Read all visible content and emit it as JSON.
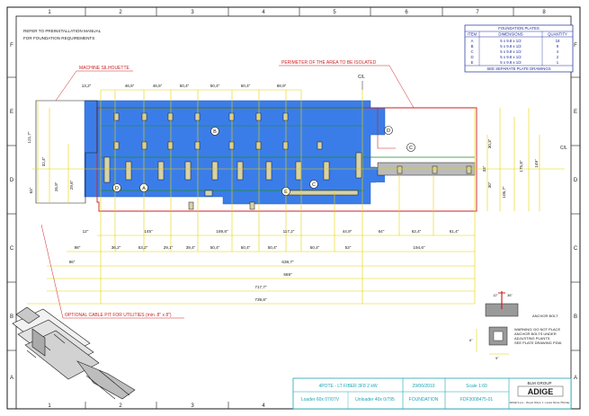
{
  "border": {
    "columns": [
      "1",
      "2",
      "3",
      "4",
      "5",
      "6",
      "7",
      "8"
    ],
    "rows": [
      "F",
      "E",
      "D",
      "C",
      "B",
      "A"
    ]
  },
  "notes": {
    "line1": "REFER TO PREINSTALLATION MANUAL",
    "line2": "FOR FOUNDATION REQUIREMENTS"
  },
  "callouts": {
    "machine_silhouette": "MACHINE SILHOUETTE",
    "perimeter": "PERIMETER OF THE AREA TO BE ISOLATED",
    "cable_pit": "OPTIONAL CABLE PIT FOR UTILITIES (min. 8\" x 8\")",
    "center_line_top": "C/L",
    "center_line_right": "C/L",
    "anchor_title": "ANCHOR BOLT",
    "anchor_note": [
      "WARNING: DO NOT PLACE",
      "ANCHOR BOLTS UNDER",
      "ADJUSTING PLANTS.",
      "SEE PLATE DRAWING PDW."
    ]
  },
  "plate_table": {
    "title": "FOUNDATION PLATES",
    "headers": [
      "ITEM",
      "DIMENSIONS",
      "QUANTITY"
    ],
    "rows": [
      [
        "A",
        "5 x 9.8 x 1/2",
        "18"
      ],
      [
        "B",
        "5 x 9.8 x 1/2",
        "9"
      ],
      [
        "C",
        "5 x 9.8 x 1/2",
        "4"
      ],
      [
        "D",
        "5 x 9.8 x 1/2",
        "2"
      ],
      [
        "E",
        "5 x 9.8 x 1/2",
        "1"
      ]
    ],
    "footer": "SEE SEPARATE PLATE DRAWINGS"
  },
  "markers": [
    "B",
    "D",
    "C",
    "D",
    "A",
    "C",
    "E"
  ],
  "dimensions": {
    "top": [
      "13,2\"",
      "46,5\"",
      "46,5\"",
      "50,4\"",
      "50,4\"",
      "50,4\"",
      "68,9\""
    ],
    "left": [
      "121,7\"",
      "32,4\"",
      "26,9\"",
      "29,6\"",
      "63\""
    ],
    "right": [
      "30,3\"",
      "33\"",
      "30\"",
      "106,7\"",
      "175,8\"",
      "149\""
    ],
    "chain1": [
      "12\"",
      "145\"",
      "189,8\"",
      "117,2\"",
      "44,9\"",
      "64\"",
      "62,4\"",
      "61,4\""
    ],
    "chain2": [
      "98\"",
      "36,2\"",
      "53,2\"",
      "29,1\"",
      "39,4\"",
      "50,4\"",
      "50,4\"",
      "50,4\"",
      "50,4\"",
      "53\"",
      "194,6\""
    ],
    "overall": [
      "86\"",
      "638,7\"",
      "569\"",
      "717,7\"",
      "739,8\""
    ],
    "anchor": [
      "12\"",
      "36\"",
      "6\"",
      "9\""
    ]
  },
  "title_block": {
    "title": "4POTE - LT FIBER 3F8 2 kW",
    "date": "29/06/2010",
    "scale": "Scale 1:60",
    "loader": "Loader 60x 07/07V",
    "unloader": "Unloader 40x 0/795",
    "drawing_type": "FOUNDATION",
    "drawing_number": "FDF3008475-01",
    "company_group": "BLM GROUP",
    "company": "ADIGE",
    "address": "ADIGE S.p.A. - Via per Chiuro, 1 - Levico Terme (TN) Italy"
  },
  "colors": {
    "isolated_area": "#3b7de8",
    "perimeter": "#cc2222",
    "machine": "#228822",
    "dimension": "#e6d400",
    "line": "#1a1a1a",
    "title_block": "#1ba6b3"
  }
}
